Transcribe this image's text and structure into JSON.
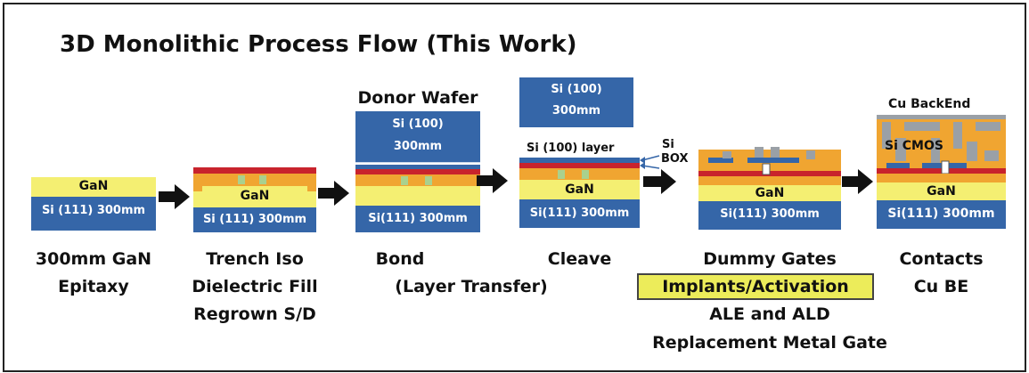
{
  "title": "3D Monolithic Process Flow (This Work)",
  "colors": {
    "si": "#3566a8",
    "gan": "#f4ef72",
    "dielectric": "#f0a531",
    "red_layer": "#c8232c",
    "contacts": "#9aa0a6",
    "cmos_gray": "#8b8b8b",
    "highlight": "#ecec5a"
  },
  "steps": [
    {
      "wafer": {
        "gan": "GaN",
        "substrate": "Si (111) 300mm"
      },
      "caption": [
        "300mm GaN",
        "Epitaxy"
      ]
    },
    {
      "wafer": {
        "gan": "GaN",
        "substrate": "Si (111) 300mm"
      },
      "caption": [
        "Trench Iso",
        "Dielectric Fill",
        "Regrown S/D"
      ]
    },
    {
      "donor_title": "Donor Wafer",
      "donor": [
        "Si (100)",
        "300mm"
      ],
      "wafer": {
        "substrate": "Si(111) 300mm"
      },
      "caption": [
        "Bond",
        "(Layer Transfer)"
      ]
    },
    {
      "top_wafer": [
        "Si (100)",
        "300mm"
      ],
      "layer_label": "Si (100) layer",
      "callouts": [
        "Si",
        "BOX"
      ],
      "wafer": {
        "gan": "GaN",
        "substrate": "Si(111) 300mm"
      },
      "caption": [
        "Cleave"
      ]
    },
    {
      "wafer": {
        "gan": "GaN",
        "substrate": "Si(111) 300mm"
      },
      "caption": [
        "Dummy Gates",
        "Implants/Activation",
        "ALE and ALD",
        "Replacement Metal Gate"
      ]
    },
    {
      "top_label": "Cu BackEnd",
      "cmos_label": "Si CMOS",
      "wafer": {
        "gan": "GaN",
        "substrate": "Si(111) 300mm"
      },
      "caption": [
        "Contacts",
        "Cu BE"
      ]
    }
  ],
  "icons": [
    "arrow-right-icon"
  ]
}
